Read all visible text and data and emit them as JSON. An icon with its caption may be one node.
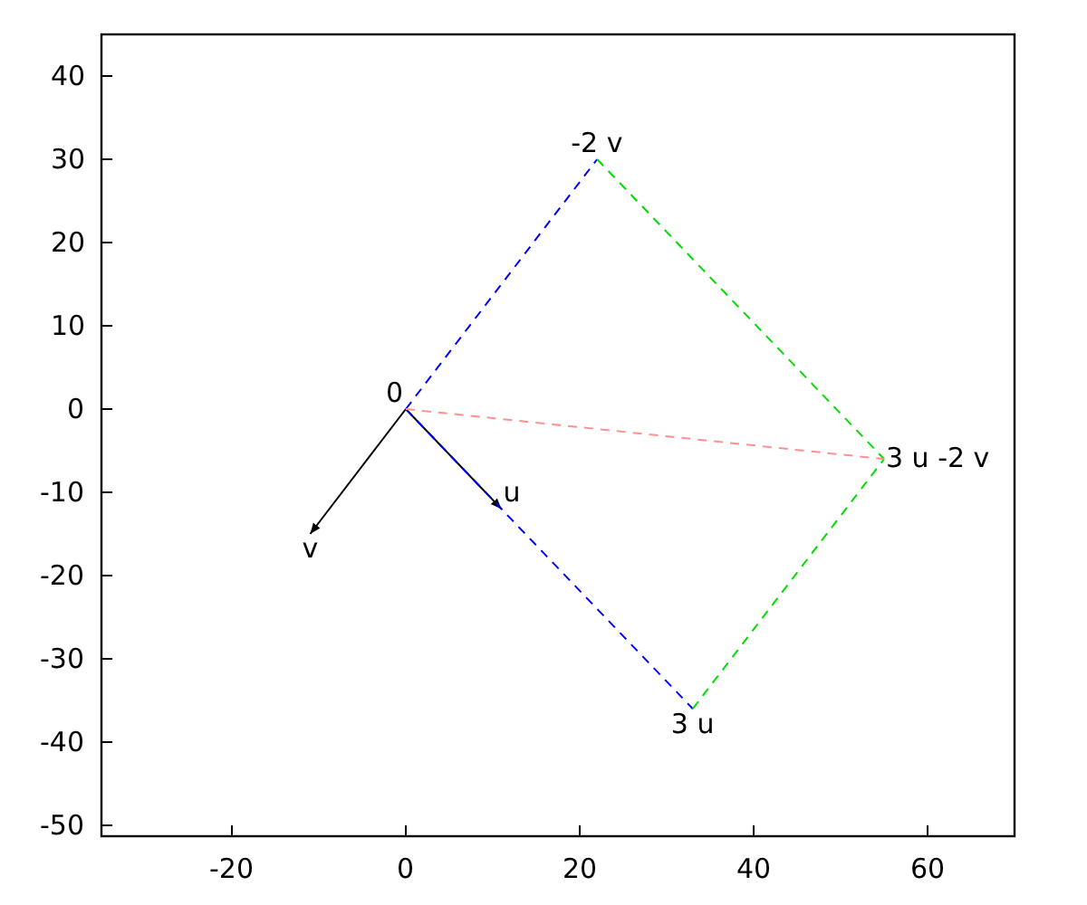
{
  "diagram": {
    "nodes": [
      {
        "text": [
          "-2 v"
        ]
      },
      {
        "text": [
          "0"
        ]
      },
      {
        "text": [
          "3 u -2 v"
        ]
      },
      {
        "text": [
          "u"
        ]
      },
      {
        "text": [
          "v"
        ]
      },
      {
        "text": [
          "3 u"
        ]
      }
    ],
    "edges": [
      {
        "from": 1,
        "to": 3,
        "arrow": "to"
      },
      {
        "from": 1,
        "to": 4,
        "arrow": "to"
      },
      {
        "from": 1,
        "to": 0,
        "arrow": "none",
        "style": "dashed",
        "color": "#0000ff"
      },
      {
        "from": 1,
        "to": 5,
        "arrow": "none",
        "style": "dashed",
        "color": "#0000ff"
      },
      {
        "from": 0,
        "to": 2,
        "arrow": "none",
        "style": "dashed",
        "color": "#00dd00"
      },
      {
        "from": 5,
        "to": 2,
        "arrow": "none",
        "style": "dashed",
        "color": "#00dd00"
      },
      {
        "from": 1,
        "to": 2,
        "arrow": "none",
        "style": "dashed",
        "color": "#ff9090"
      }
    ],
    "labels": [
      "40",
      "30",
      "20",
      "10",
      "0",
      "-10",
      "-20",
      "-30",
      "-40",
      "-50",
      "-20",
      "0",
      "20",
      "40",
      "60"
    ]
  }
}
